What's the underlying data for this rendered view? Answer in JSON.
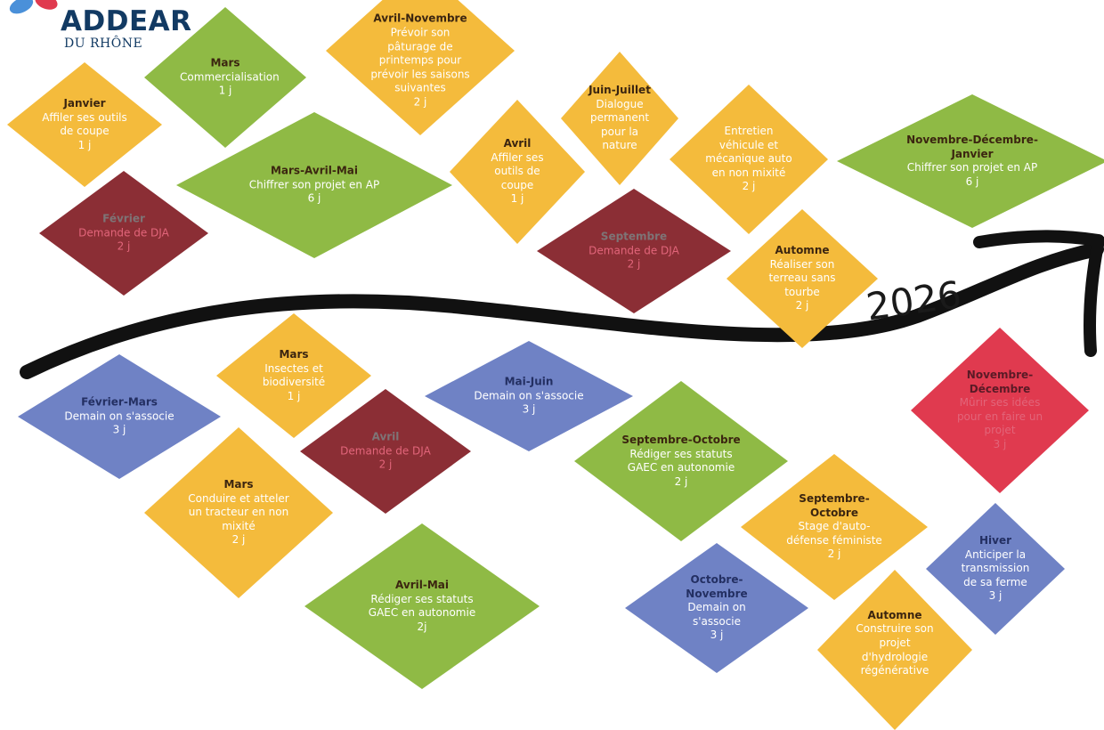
{
  "logo": {
    "name": "ADDEAR",
    "subtitle": "DU RHÔNE"
  },
  "timeline": {
    "year": "2026"
  },
  "tiles": [
    {
      "month": "Avril-Novembre",
      "title": "Prévoir son pâturage de printemps pour prévoir les saisons suivantes",
      "duration": "2 j",
      "color": "orange"
    },
    {
      "month": "Mars",
      "title": "Commercialisation",
      "duration": "1 j",
      "color": "green"
    },
    {
      "month": "Janvier",
      "title": "Affiler ses outils de coupe",
      "duration": "1 j",
      "color": "orange"
    },
    {
      "month": "Mars-Avril-Mai",
      "title": "Chiffrer son projet en AP",
      "duration": "6 j",
      "color": "green"
    },
    {
      "month": "Février",
      "title": "Demande de DJA",
      "duration": "2 j",
      "color": "maroon"
    },
    {
      "month": "Juin-Juillet",
      "title": "Dialogue permanent pour la nature",
      "duration": "",
      "color": "orange"
    },
    {
      "month": "Avril",
      "title": "Affiler ses outils de coupe",
      "duration": "1 j",
      "color": "orange"
    },
    {
      "month": "",
      "title": "Entretien véhicule et mécanique auto en non mixité",
      "duration": "2 j",
      "color": "orange"
    },
    {
      "month": "Novembre-Décembre-Janvier",
      "title": "Chiffrer son projet en AP",
      "duration": "6 j",
      "color": "green"
    },
    {
      "month": "Septembre",
      "title": "Demande de DJA",
      "duration": "2 j",
      "color": "maroon"
    },
    {
      "month": "Automne",
      "title": "Réaliser son terreau sans tourbe",
      "duration": "2 j",
      "color": "orange"
    },
    {
      "month": "Mars",
      "title": "Insectes et biodiversité",
      "duration": "1 j",
      "color": "orange"
    },
    {
      "month": "Mai-Juin",
      "title": "Demain on s'associe",
      "duration": "3 j",
      "color": "blue"
    },
    {
      "month": "Février-Mars",
      "title": "Demain on s'associe",
      "duration": "3 j",
      "color": "blue"
    },
    {
      "month": "Avril",
      "title": "Demande de DJA",
      "duration": "2 j",
      "color": "maroon"
    },
    {
      "month": "Mars",
      "title": "Conduire et atteler un tracteur en non mixité",
      "duration": "2 j",
      "color": "orange"
    },
    {
      "month": "Septembre-Octobre",
      "title": "Rédiger ses statuts GAEC en autonomie",
      "duration": "2 j",
      "color": "green"
    },
    {
      "month": "Novembre-Décembre",
      "title": "Mûrir ses idées pour en faire un projet",
      "duration": "3 j",
      "color": "red"
    },
    {
      "month": "Septembre-Octobre",
      "title": "Stage d'auto-défense féministe",
      "duration": "2 j",
      "color": "orange"
    },
    {
      "month": "Hiver",
      "title": "Anticiper la transmission de sa ferme",
      "duration": "3 j",
      "color": "blue"
    },
    {
      "month": "Avril-Mai",
      "title": "Rédiger ses statuts GAEC en autonomie",
      "duration": "2j",
      "color": "green"
    },
    {
      "month": "Octobre-Novembre",
      "title": "Demain on s'associe",
      "duration": "3 j",
      "color": "blue"
    },
    {
      "month": "Automne",
      "title": "Construire son projet d'hydrologie régénérative",
      "duration": "",
      "color": "orange"
    }
  ]
}
